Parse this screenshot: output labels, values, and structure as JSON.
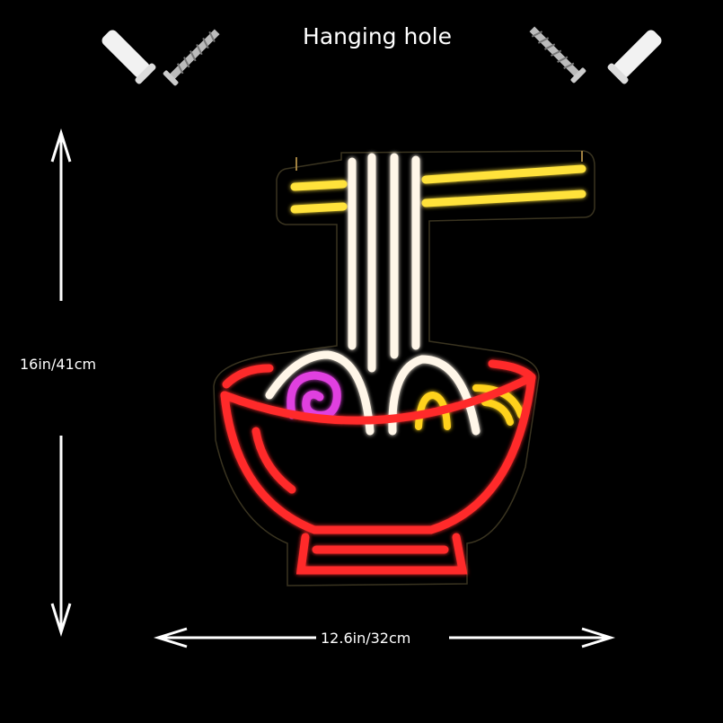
{
  "labels": {
    "hanging_hole": "Hanging hole",
    "height": "16in/41cm",
    "width": "12.6in/32cm"
  },
  "colors": {
    "background": "#000000",
    "bowl": "#ff2a2a",
    "chopsticks": "#ffe23a",
    "noodles": "#fff6e8",
    "naruto": "#e040e0",
    "egg": "#ffd21e"
  }
}
